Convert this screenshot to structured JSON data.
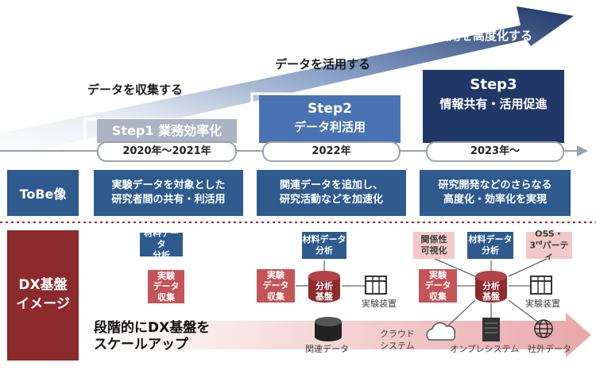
{
  "trend": {
    "phase1": "データを収集する",
    "phase2": "データを活用する",
    "phase3": "活用を高度化する"
  },
  "steps": [
    {
      "title": "Step1 業務効率化",
      "period": "2020年～2021年",
      "tobe": [
        "実験データを対象とした",
        "研究者間の共有・利活用"
      ]
    },
    {
      "title": "Step2",
      "subtitle": "データ利活用",
      "period": "2022年",
      "tobe": [
        "関連データを追加し、",
        "研究活動などを加速化"
      ]
    },
    {
      "title": "Step3",
      "subtitle": "情報共有・活用促進",
      "period": "2023年～",
      "tobe": [
        "研究開発などのさらなる",
        "高度化・効率化を実現"
      ]
    }
  ],
  "row_labels": {
    "tobe": "ToBe像",
    "dx_line1": "DX基盤",
    "dx_line2": "イメージ"
  },
  "dx": {
    "material_analysis": [
      "材料データ",
      "分析"
    ],
    "experiment_data": [
      "実験",
      "データ",
      "収集"
    ],
    "analysis_base": [
      "分析",
      "基盤"
    ],
    "related_visual": [
      "関係性",
      "可視化"
    ],
    "oss_line1": "OSS・",
    "oss_line2_prefix": "3",
    "oss_line2_sup": "rd",
    "oss_line2_suffix": "パーティ",
    "equipment": "実験装置",
    "related_data": "関連データ",
    "cloud_line1": "クラウド",
    "cloud_line2": "システム",
    "onprem": "オンプレシステム",
    "external": "社外データ",
    "scale_line1": "段階的にDX基盤を",
    "scale_line2": "スケールアップ"
  },
  "colors": {
    "navy": "#1f3868",
    "blue": "#2f5a8d",
    "mid_blue": "#4a73b3",
    "step1_gray": "#aab4c4",
    "dx_red": "#8c2a2c",
    "cyl_red": "#8f2a2e",
    "tag_red": "#c55458",
    "tag_pink": "#f2c9c9"
  }
}
